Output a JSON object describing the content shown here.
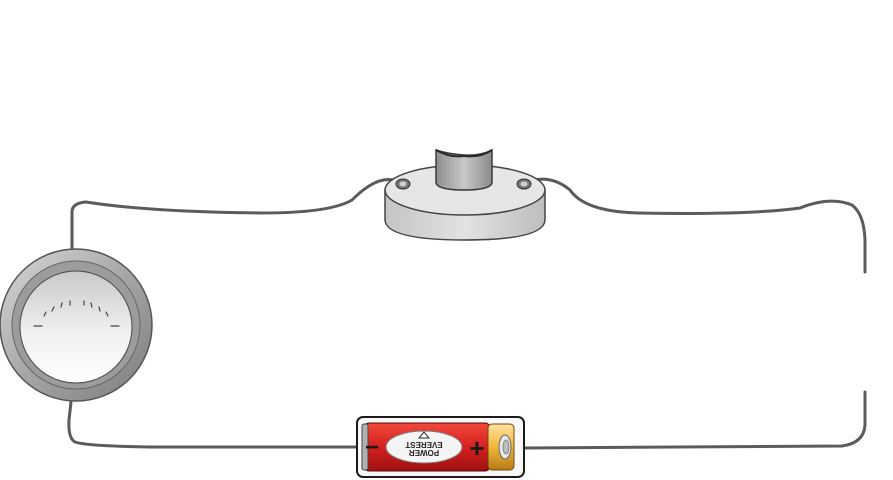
{
  "diagram": {
    "components": [
      {
        "id": "meter",
        "kind": "analog-meter"
      },
      {
        "id": "socket",
        "kind": "lamp-socket"
      },
      {
        "id": "battery",
        "kind": "battery"
      }
    ],
    "battery": {
      "brand_line1": "EVEREST",
      "brand_line2": "POWER",
      "minus_sign": "−",
      "plus_sign": "+",
      "colors": {
        "body": "#d62020",
        "terminal": "#f2b53a",
        "label": "#f4f4f4"
      }
    },
    "colors": {
      "wire": "#5b5b5b",
      "meter_ring": "#9a9a9a",
      "socket": "#d9d9d9"
    }
  }
}
